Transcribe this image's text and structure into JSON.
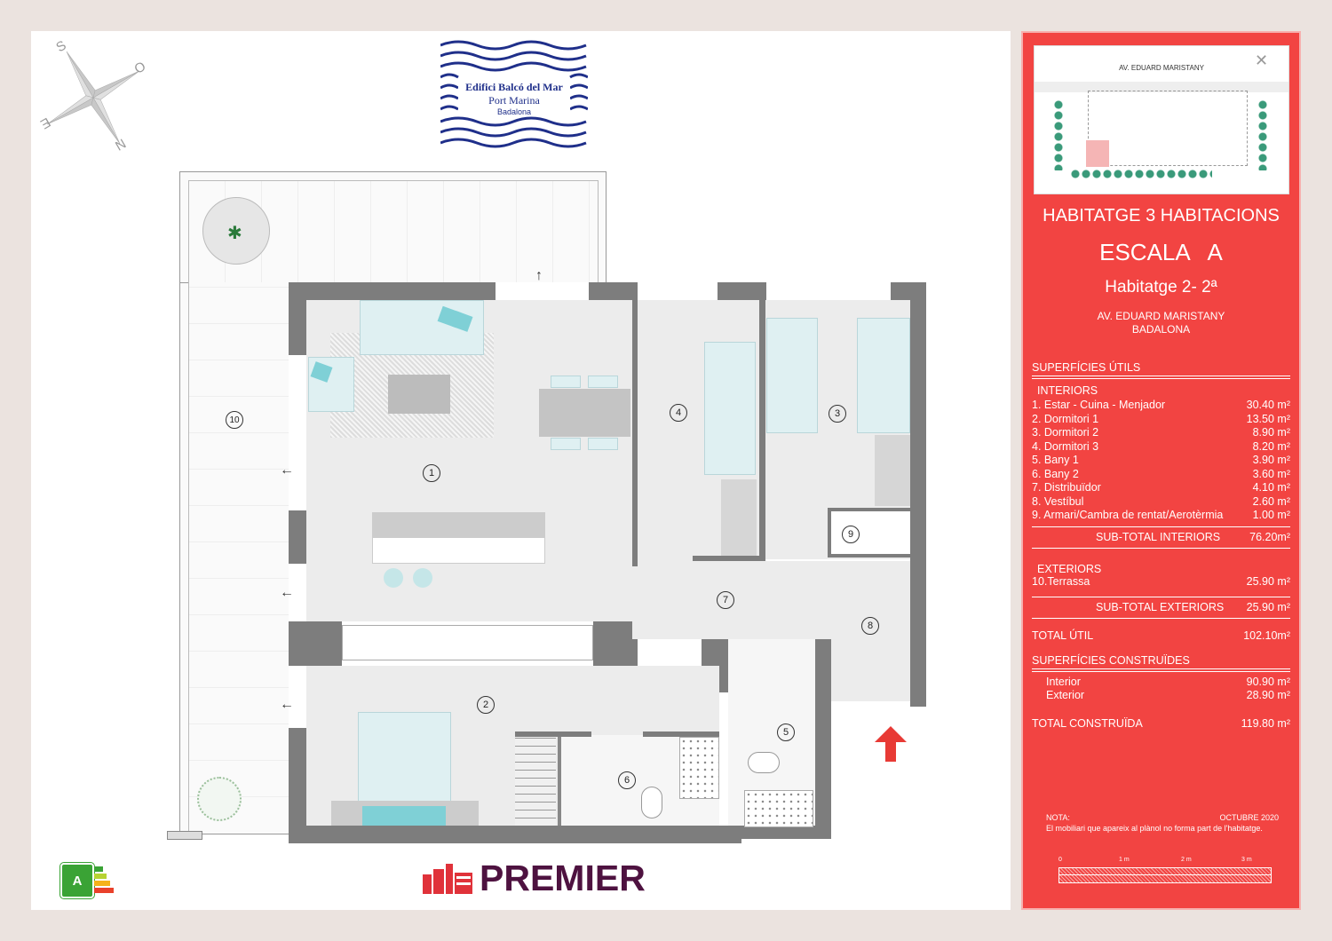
{
  "logo": {
    "line1": "Edifici Balcó del Mar",
    "line2": "Port Marina",
    "line3": "Badalona"
  },
  "compass": {
    "s": "S",
    "o": "O",
    "e": "E",
    "n": "N"
  },
  "rooms": [
    "1",
    "2",
    "3",
    "4",
    "5",
    "6",
    "7",
    "8",
    "9",
    "10"
  ],
  "brand": "PREMIER",
  "energy_label": "A",
  "panel": {
    "site_plan_street": "AV. EDUARD MARISTANY",
    "title": "HABITATGE 3 HABITACIONS",
    "escala": "ESCALA   A",
    "unit": "Habitatge 2- 2ª",
    "address1": "AV. EDUARD MARISTANY",
    "address2": "BADALONA",
    "util_heading": "SUPERFÍCIES ÚTILS",
    "interiors_heading": "INTERIORS",
    "interiors": [
      {
        "label": "1. Estar - Cuina - Menjador",
        "value": "30.40 m²"
      },
      {
        "label": "2. Dormitori 1",
        "value": "13.50 m²"
      },
      {
        "label": "3. Dormitori 2",
        "value": "8.90 m²"
      },
      {
        "label": "4. Dormitori 3",
        "value": "8.20 m²"
      },
      {
        "label": "5. Bany 1",
        "value": "3.90 m²"
      },
      {
        "label": "6. Bany 2",
        "value": "3.60 m²"
      },
      {
        "label": "7. Distribuïdor",
        "value": "4.10 m²"
      },
      {
        "label": "8. Vestíbul",
        "value": "2.60 m²"
      },
      {
        "label": "9. Armari/Cambra de rentat/Aerotèrmia",
        "value": "1.00 m²"
      }
    ],
    "subtotal_interiors": {
      "label": "SUB-TOTAL INTERIORS",
      "value": "76.20m²"
    },
    "exteriors_heading": "EXTERIORS",
    "exteriors": [
      {
        "label": "10.Terrassa",
        "value": "25.90 m²"
      }
    ],
    "subtotal_exteriors": {
      "label": "SUB-TOTAL EXTERIORS",
      "value": "25.90 m²"
    },
    "total_util": {
      "label": "TOTAL ÚTIL",
      "value": "102.10m²"
    },
    "built_heading": "SUPERFÍCIES CONSTRUÏDES",
    "built": [
      {
        "label": "Interior",
        "value": "90.90 m²"
      },
      {
        "label": "Exterior",
        "value": "28.90 m²"
      }
    ],
    "total_built": {
      "label": "TOTAL CONSTRUÏDA",
      "value": "119.80 m²"
    },
    "note_label": "NOTA:",
    "date": "OCTUBRE 2020",
    "note": "El mobiliari que apareix al plànol no forma part de l'habitatge.",
    "scale": [
      "0",
      "1 m",
      "2 m",
      "3 m"
    ]
  }
}
